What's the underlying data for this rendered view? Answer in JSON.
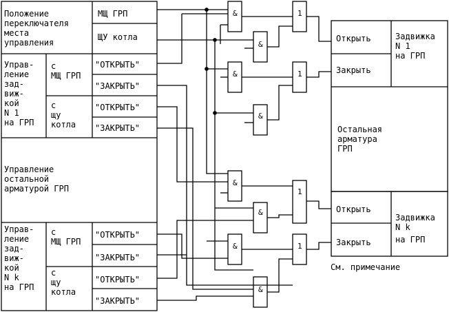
{
  "left_table": {
    "position_header": [
      "Положение",
      "переключателя",
      "места",
      "управления"
    ],
    "position_options": [
      "МЩ ГРП",
      "ЩУ котла"
    ],
    "valve1_header": [
      "Управ-",
      "ление",
      "зад-",
      "виж-",
      "кой",
      "N 1",
      "на ГРП"
    ],
    "valvek_header": [
      "Управ-",
      "ление",
      "зад-",
      "виж-",
      "кой",
      "N k",
      "на ГРП"
    ],
    "source_mshch": [
      "с",
      "МЩ ГРП"
    ],
    "source_shchu": [
      "с",
      "щу",
      "котла"
    ],
    "cmd_open": "\"ОТКРЫТЬ\"",
    "cmd_close": "\"ЗАКРЫТЬ\"",
    "other_fittings_control": [
      "Управление",
      "остальной",
      "арматурой ГРП"
    ]
  },
  "gates": {
    "and_symbol": "&",
    "or_symbol": "1"
  },
  "right_table": {
    "open": "Открыть",
    "close": "Закрыть",
    "valve1": [
      "Задвижка",
      "N 1",
      "на ГРП"
    ],
    "valvek": [
      "Задвижка",
      "N k",
      "на ГРП"
    ],
    "other_fittings": [
      "Остальная",
      "арматура",
      "ГРП"
    ]
  },
  "note": "См. примечание"
}
